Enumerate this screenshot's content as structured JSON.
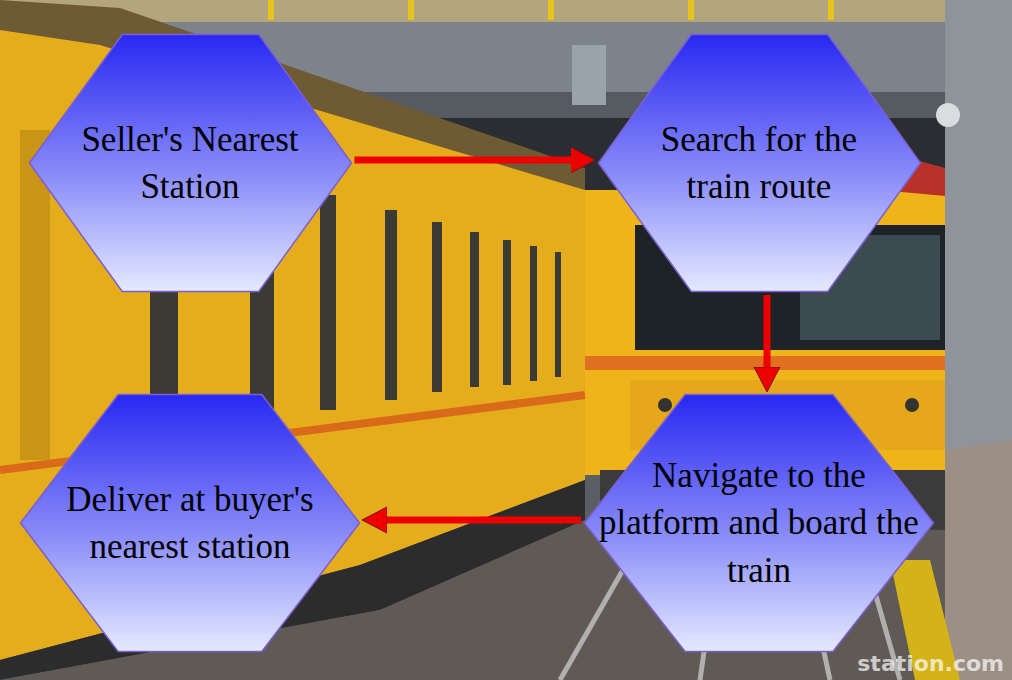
{
  "diagram": {
    "nodes": [
      {
        "text": [
          "Seller's Nearest Station"
        ]
      },
      {
        "text": [
          "Search for the train route"
        ]
      },
      {
        "text": [
          "Navigate to the platform and board the train"
        ]
      },
      {
        "text": [
          "Deliver at buyer's nearest station"
        ]
      }
    ],
    "edges": [
      {
        "from": 0,
        "to": 1,
        "arrow": "to"
      },
      {
        "from": 1,
        "to": 2,
        "arrow": "to"
      },
      {
        "from": 2,
        "to": 3,
        "arrow": "to"
      }
    ],
    "labels": [
      "station.com"
    ]
  }
}
